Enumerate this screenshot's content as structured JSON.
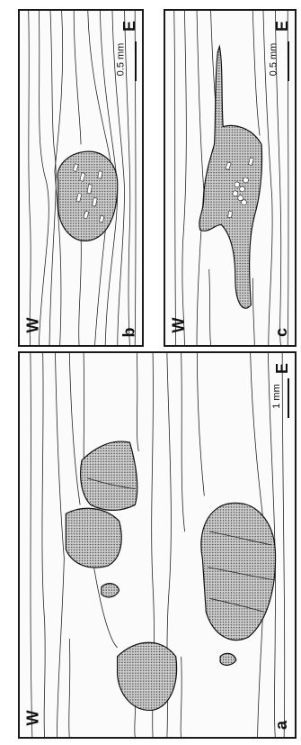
{
  "panels": [
    {
      "id": "a",
      "letter": "a",
      "left_label": "W",
      "right_label": "E",
      "scale_label": "1 mm",
      "fill_color": "#8a8a8a"
    },
    {
      "id": "b",
      "letter": "b",
      "left_label": "W",
      "right_label": "E",
      "scale_label": "0.5 mm",
      "fill_color": "#8a8a8a"
    },
    {
      "id": "c",
      "letter": "c",
      "left_label": "W",
      "right_label": "E",
      "scale_label": "0.5 mm",
      "fill_color": "#8a8a8a"
    }
  ]
}
